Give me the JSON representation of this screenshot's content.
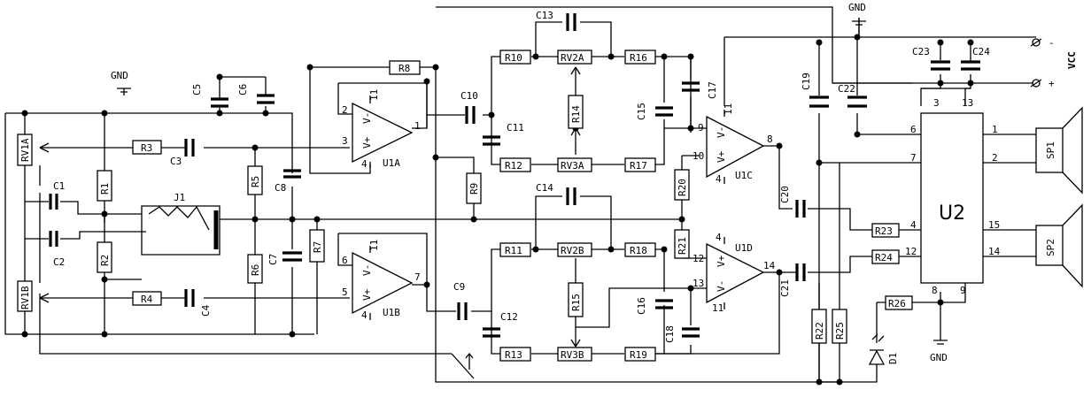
{
  "labels": {
    "gnd_left": "GND",
    "gnd_top": "GND",
    "gnd_bottom": "GND",
    "vcc": "VCC",
    "minus": "-",
    "plus": "+",
    "rv1a": "RV1A",
    "rv1b": "RV1B",
    "c1": "C1",
    "c2": "C2",
    "c3": "C3",
    "c4": "C4",
    "c5": "C5",
    "c6": "C6",
    "c7": "C7",
    "c8": "C8",
    "c9": "C9",
    "c10": "C10",
    "c11": "C11",
    "c12": "C12",
    "c13": "C13",
    "c14": "C14",
    "c15": "C15",
    "c16": "C16",
    "c17": "C17",
    "c18": "C18",
    "c19": "C19",
    "c20": "C20",
    "c21": "C21",
    "c22": "C22",
    "c23": "C23",
    "c24": "C24",
    "r1": "R1",
    "r2": "R2",
    "r3": "R3",
    "r4": "R4",
    "r5": "R5",
    "r6": "R6",
    "r7": "R7",
    "r8": "R8",
    "r9": "R9",
    "r10": "R10",
    "r11": "R11",
    "r12": "R12",
    "r13": "R13",
    "r14": "R14",
    "r15": "R15",
    "r16": "R16",
    "r17": "R17",
    "r18": "R18",
    "r19": "R19",
    "r20": "R20",
    "r21": "R21",
    "r22": "R22",
    "r23": "R23",
    "r24": "R24",
    "r25": "R25",
    "r26": "R26",
    "rv2a": "RV2A",
    "rv2b": "RV2B",
    "rv3a": "RV3A",
    "rv3b": "RV3B",
    "j1": "J1",
    "u1a": "U1A",
    "u1b": "U1B",
    "u1c": "U1C",
    "u1d": "U1D",
    "u2": "U2",
    "sp1": "SP1",
    "sp2": "SP2",
    "d1": "D1",
    "vminus": "V-",
    "vplus": "V+",
    "pin1": "1",
    "pin2": "2",
    "pin3": "3",
    "pin4": "4",
    "pin5": "5",
    "pin6": "6",
    "pin7": "7",
    "pin8": "8",
    "pin9": "9",
    "pin10": "10",
    "pin11": "11",
    "pin12": "12",
    "pin13": "13",
    "pin14": "14",
    "pin15": "15"
  }
}
